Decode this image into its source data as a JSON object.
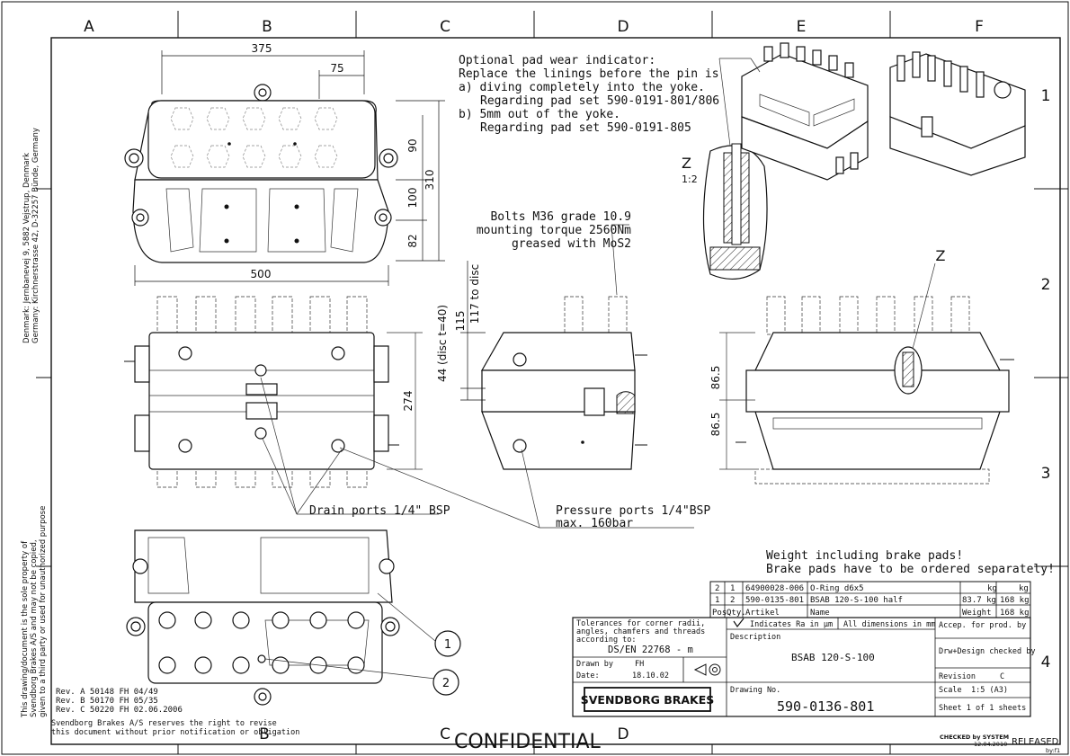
{
  "grid": {
    "columns": [
      "A",
      "B",
      "C",
      "D",
      "E",
      "F"
    ],
    "rows": [
      "1",
      "2",
      "3",
      "4"
    ]
  },
  "dimensions": {
    "top_width": "375",
    "top_sub": "75",
    "top_h1": "90",
    "top_h2": "100",
    "top_h3": "82",
    "top_total": "310",
    "base_width": "500",
    "front_height": "274",
    "side_115": "115",
    "side_117": "117 to disc",
    "side_44": "44 (disc t=40)",
    "rear_a": "86.5",
    "rear_b": "86.5"
  },
  "notes": {
    "wear_title": "Optional pad wear indicator:",
    "wear_line1": "Replace the linings before  the pin is",
    "wear_line2": "a) diving completely into the yoke.",
    "wear_line3": "Regarding pad set 590-0191-801/806",
    "wear_line4": "b) 5mm out of the yoke.",
    "wear_line5": "Regarding pad set 590-0191-805",
    "bolts_line1": "Bolts M36 grade 10.9",
    "bolts_line2": "mounting torque 2560Nm",
    "bolts_line3": "greased with MoS2",
    "detail_z": "Z",
    "detail_scale": "1:2",
    "detail_z_ref": "Z",
    "drain": "Drain ports 1/4\" BSP",
    "pressure1": "Pressure ports 1/4\"BSP",
    "pressure2": "max. 160bar",
    "weight1": "Weight including brake pads!",
    "weight2": "Brake pads have to be ordered separately!",
    "balloon1": "1",
    "balloon2": "2"
  },
  "side_text": {
    "address1": "Denmark: Jernbanevej 9, 5882 Vejstrup, Denmark",
    "address2": "Germany: Kirchnerstrasse 42, D-32257 Bünde, Germany",
    "property1": "This drawing/document is the sole property of",
    "property2": "Svendborg Brakes A/S and may not be copied,",
    "property3": "given to a third party or used for unauthorized purpose"
  },
  "revisions": [
    "Rev. A 50148 FH 04/49",
    "Rev. B 50170 FH 05/35",
    "Rev. C 50220 FH 02.06.2006"
  ],
  "footer": {
    "rights1": "Svendborg Brakes A/S reserves the right to revise",
    "rights2": "this document without prior notification or obligation",
    "confidential": "CONFIDENTIAL",
    "checked": "CHECKED by SYSTEM",
    "checked_date": "12.04.2010",
    "released": "RELEASED",
    "released_by": "by:f1"
  },
  "parts_list": {
    "rows": [
      {
        "pos": "2",
        "qty": "1",
        "artikel": "64900028-006",
        "name": "O-Ring d6x5",
        "kg": "",
        "weight": ""
      },
      {
        "pos": "1",
        "qty": "2",
        "artikel": "590-0135-801",
        "name": "BSAB 120-S-100 half",
        "kg": "83.7 kg",
        "weight": "168 kg"
      }
    ],
    "header": {
      "pos": "Pos.",
      "qty": "Qty.",
      "artikel": "Artikel",
      "name": "Name",
      "kg": "kg",
      "weight_label": "Weight",
      "weight_value": "168 kg",
      "kg_head1": "kg",
      "kg_head2": "kg"
    }
  },
  "title_block": {
    "tolerance1": "Tolerances for corner radii,",
    "tolerance2": "angles, chamfers and threads",
    "tolerance3": "according to:",
    "tolerance_std": "DS/EN 22768 - m",
    "indicates": "Indicates Ra in µm",
    "all_dims": "All dimensions in mm",
    "accep": "Accep. for prod. by",
    "description_label": "Description",
    "description": "BSAB 120-S-100",
    "drw_design": "Drw+Design checked by",
    "drawn_by_label": "Drawn by",
    "drawn_by": "FH",
    "date_label": "Date:",
    "date": "18.10.02",
    "revision_label": "Revision",
    "revision": "C",
    "scale_label": "Scale",
    "scale": "1:5 (A3)",
    "drawing_no_label": "Drawing No.",
    "drawing_no": "590-0136-801",
    "sheet": "Sheet 1 of 1 sheets",
    "company": "SVENDBORG BRAKES"
  }
}
